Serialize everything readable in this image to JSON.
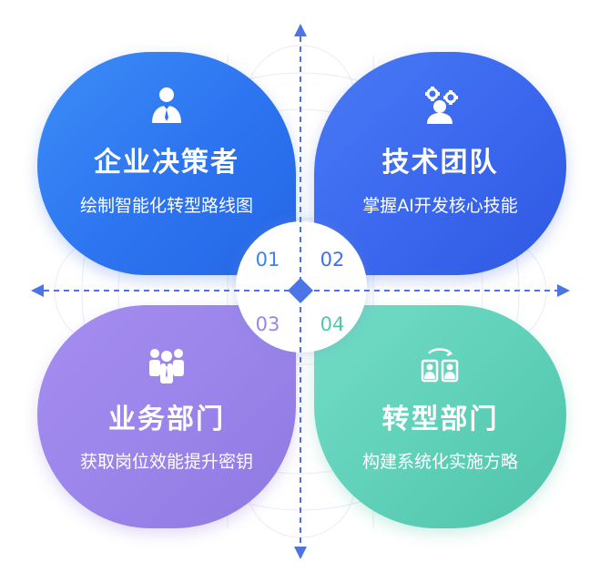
{
  "colors": {
    "axis": "#4d74e6",
    "q1": "#2c74f0",
    "q2": "#3a67ee",
    "q3": "#9a84ea",
    "q4": "#5fd0b8"
  },
  "quadrants": [
    {
      "id": "01",
      "title": "企业决策者",
      "subtitle": "绘制智能化转型路线图",
      "icon": "businessman-icon"
    },
    {
      "id": "02",
      "title": "技术团队",
      "subtitle": "掌握AI开发核心技能",
      "icon": "team-gears-icon"
    },
    {
      "id": "03",
      "title": "业务部门",
      "subtitle": "获取岗位效能提升密钥",
      "icon": "group-icon"
    },
    {
      "id": "04",
      "title": "转型部门",
      "subtitle": "构建系统化实施方略",
      "icon": "exchange-people-icon"
    }
  ]
}
